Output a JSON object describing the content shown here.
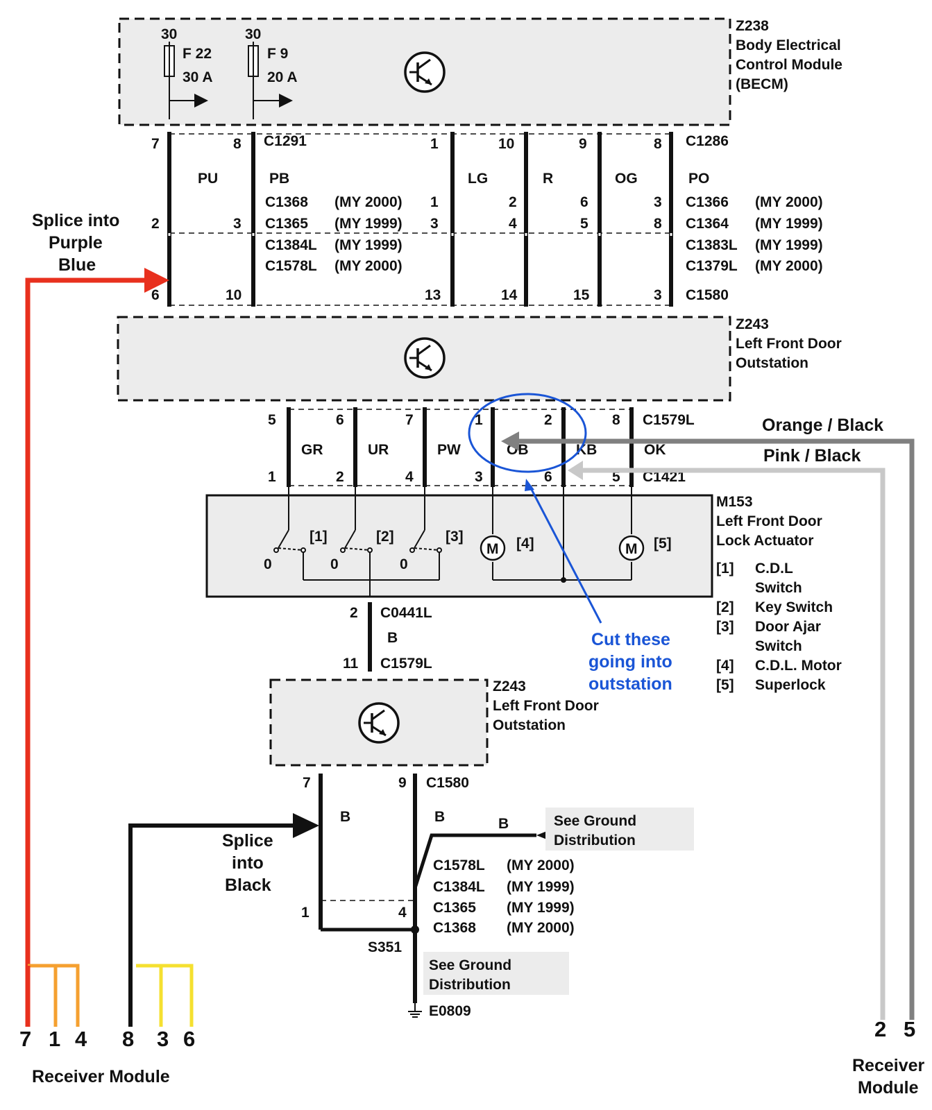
{
  "becm": {
    "id": "Z238",
    "line1": "Body Electrical",
    "line2": "Control Module",
    "line3": "(BECM)",
    "fuse1": {
      "supply": "30",
      "name": "F 22",
      "rating": "30 A"
    },
    "fuse2": {
      "supply": "30",
      "name": "F 9",
      "rating": "20 A"
    }
  },
  "connectors": {
    "c1291": "C1291",
    "c1286": "C1286",
    "left_block": [
      {
        "name": "C1368",
        "year": "(MY 2000)"
      },
      {
        "name": "C1365",
        "year": "(MY 1999)"
      },
      {
        "name": "C1384L",
        "year": "(MY 1999)"
      },
      {
        "name": "C1578L",
        "year": "(MY 2000)"
      }
    ],
    "right_block": [
      {
        "name": "C1366",
        "year": "(MY 2000)"
      },
      {
        "name": "C1364",
        "year": "(MY 1999)"
      },
      {
        "name": "C1383L",
        "year": "(MY 1999)"
      },
      {
        "name": "C1379L",
        "year": "(MY 2000)"
      }
    ],
    "c1580": "C1580",
    "c1579l": "C1579L",
    "c1421": "C1421",
    "c0441l": "C0441L",
    "c1579l_b": "C1579L",
    "c1580_b": "C1580",
    "lower_block": [
      {
        "name": "C1578L",
        "year": "(MY 2000)"
      },
      {
        "name": "C1384L",
        "year": "(MY 1999)"
      },
      {
        "name": "C1365",
        "year": "(MY 1999)"
      },
      {
        "name": "C1368",
        "year": "(MY 2000)"
      }
    ],
    "s351": "S351",
    "e0809": "E0809"
  },
  "upper_wires": [
    {
      "color": "PU",
      "top_pin": "7",
      "mid_pin": "2",
      "bot_pin": "6"
    },
    {
      "color": "PB",
      "top_pin": "8",
      "mid_pin": "3",
      "bot_pin": "10"
    },
    {
      "color": "LG",
      "top_pin": "1",
      "mid_a": "1",
      "mid_b": "3",
      "bot_pin": "13"
    },
    {
      "color": "R",
      "top_pin": "10",
      "mid_a": "2",
      "mid_b": "4",
      "bot_pin": "14"
    },
    {
      "color": "OG",
      "top_pin": "9",
      "mid_a": "6",
      "mid_b": "5",
      "bot_pin": "15"
    },
    {
      "color": "PO",
      "top_pin": "8",
      "mid_a": "3",
      "mid_b": "8",
      "bot_pin": "3"
    }
  ],
  "outstation_upper": {
    "id": "Z243",
    "line1": "Left Front Door",
    "line2": "Outstation"
  },
  "door_wires": [
    {
      "color": "GR",
      "top_pin": "5",
      "bot_pin": "1"
    },
    {
      "color": "UR",
      "top_pin": "6",
      "bot_pin": "2"
    },
    {
      "color": "PW",
      "top_pin": "7",
      "bot_pin": "4"
    },
    {
      "color": "OB",
      "top_pin": "1",
      "bot_pin": "3"
    },
    {
      "color": "KB",
      "top_pin": "2",
      "bot_pin": "6"
    },
    {
      "color": "OK",
      "top_pin": "8",
      "bot_pin": "5"
    }
  ],
  "actuator": {
    "id": "M153",
    "line1": "Left Front Door",
    "line2": "Lock Actuator",
    "switch_labels": [
      "[1]",
      "[2]",
      "[3]"
    ],
    "motor_labels": [
      "[4]",
      "[5]"
    ],
    "motor_symbol": "M",
    "zero": "0",
    "legend": [
      {
        "key": "[1]",
        "text": "C.D.L",
        "text2": "Switch"
      },
      {
        "key": "[2]",
        "text": "Key Switch",
        "text2": ""
      },
      {
        "key": "[3]",
        "text": "Door Ajar",
        "text2": "Switch"
      },
      {
        "key": "[4]",
        "text": "C.D.L. Motor",
        "text2": ""
      },
      {
        "key": "[5]",
        "text": "Superlock",
        "text2": ""
      }
    ]
  },
  "black_wire": {
    "color": "B",
    "top_pin": "2",
    "bot_pin": "11"
  },
  "outstation_lower": {
    "id": "Z243",
    "line1": "Left Front Door",
    "line2": "Outstation"
  },
  "ground": {
    "pin7": "7",
    "pin9": "9",
    "pin1": "1",
    "pin4": "4",
    "wire_b1": "B",
    "wire_b2": "B",
    "wire_b3": "B",
    "see_ground_1": "See Ground",
    "see_ground_1b": "Distribution",
    "see_ground_2": "See Ground",
    "see_ground_2b": "Distribution"
  },
  "annotations": {
    "splice_purple_1": "Splice into",
    "splice_purple_2": "Purple",
    "splice_purple_3": "Blue",
    "splice_black_1": "Splice",
    "splice_black_2": "into",
    "splice_black_3": "Black",
    "cut_1": "Cut these",
    "cut_2": "going into",
    "cut_3": "outstation",
    "orange_black": "Orange / Black",
    "pink_black": "Pink / Black",
    "receiver_left": "Receiver Module",
    "receiver_right_1": "Receiver",
    "receiver_right_2": "Module",
    "pins_left": [
      "7",
      "1",
      "4",
      "8",
      "3",
      "6"
    ],
    "pins_right": [
      "2",
      "5"
    ]
  },
  "colors": {
    "red": "#e8301e",
    "orange": "#f5a030",
    "yellow": "#f5e030",
    "blue": "#1a55d6",
    "gray_dark": "#808080",
    "gray_light": "#c8c8c8",
    "box_fill": "#ececec"
  }
}
